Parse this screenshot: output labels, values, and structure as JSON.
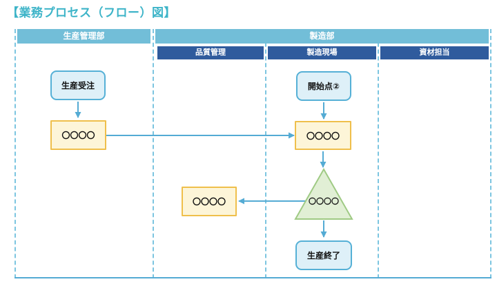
{
  "title": "【業務プロセス（フロー）図】",
  "colors": {
    "title": "#3db4c8",
    "lane_header": "#72bed8",
    "sub_header": "#2f5b9d",
    "process_fill": "#def0f8",
    "process_border": "#55b0d6",
    "task_fill": "#fdf5d8",
    "task_border": "#efbf4b",
    "triangle_fill": "#e1efd5",
    "triangle_border": "#9fca84",
    "connector": "#54abd4",
    "dashed_line": "#7cc5e0"
  },
  "lanes": {
    "production_mgmt": {
      "label": "生産管理部"
    },
    "manufacturing": {
      "label": "製造部"
    },
    "sub_lanes": [
      {
        "label": "品質管理"
      },
      {
        "label": "製造現場"
      },
      {
        "label": "資材担当"
      }
    ]
  },
  "nodes": {
    "production_order": {
      "label": "生産受注",
      "shape": "rounded-process"
    },
    "task1": {
      "label": "〇〇〇〇",
      "shape": "task"
    },
    "start_point2": {
      "label": "開始点②",
      "shape": "rounded-process"
    },
    "task2": {
      "label": "〇〇〇〇",
      "shape": "task"
    },
    "triangle": {
      "label": "〇〇〇〇",
      "shape": "triangle"
    },
    "task3": {
      "label": "〇〇〇〇",
      "shape": "task"
    },
    "production_end": {
      "label": "生産終了",
      "shape": "rounded-process"
    }
  }
}
